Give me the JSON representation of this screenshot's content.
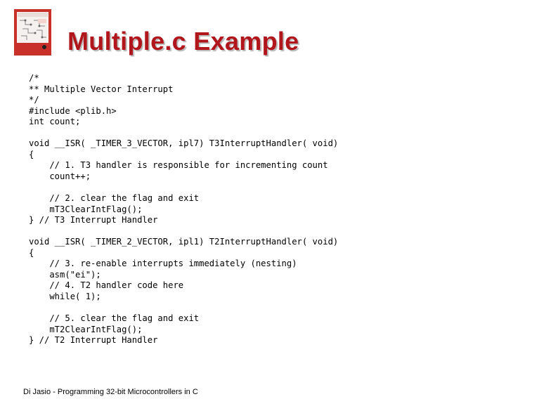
{
  "slide": {
    "title": "Multiple.c Example",
    "footer": "Di Jasio - Programming 32-bit Microcontrollers in C"
  },
  "code_lines": [
    "/*",
    "** Multiple Vector Interrupt",
    "*/",
    "#include <plib.h>",
    "int count;",
    "",
    "void __ISR( _TIMER_3_VECTOR, ipl7) T3InterruptHandler( void)",
    "{",
    "    // 1. T3 handler is responsible for incrementing count",
    "    count++;",
    "",
    "    // 2. clear the flag and exit",
    "    mT3ClearIntFlag();",
    "} // T3 Interrupt Handler",
    "",
    "void __ISR( _TIMER_2_VECTOR, ipl1) T2InterruptHandler( void)",
    "{",
    "    // 3. re-enable interrupts immediately (nesting)",
    "    asm(\"ei\");",
    "    // 4. T2 handler code here",
    "    while( 1);",
    "",
    "    // 5. clear the flag and exit",
    "    mT2ClearIntFlag();",
    "} // T2 Interrupt Handler"
  ],
  "colors": {
    "title": "#b0161c",
    "cover": "#c8312a"
  },
  "icons": {
    "cover": "book-cover-icon"
  }
}
